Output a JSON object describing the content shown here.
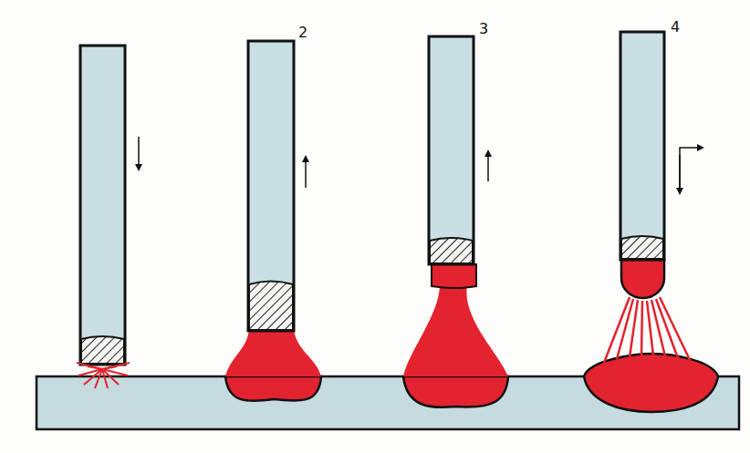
{
  "diagram": {
    "labels": [
      "2",
      "3",
      "4"
    ]
  }
}
